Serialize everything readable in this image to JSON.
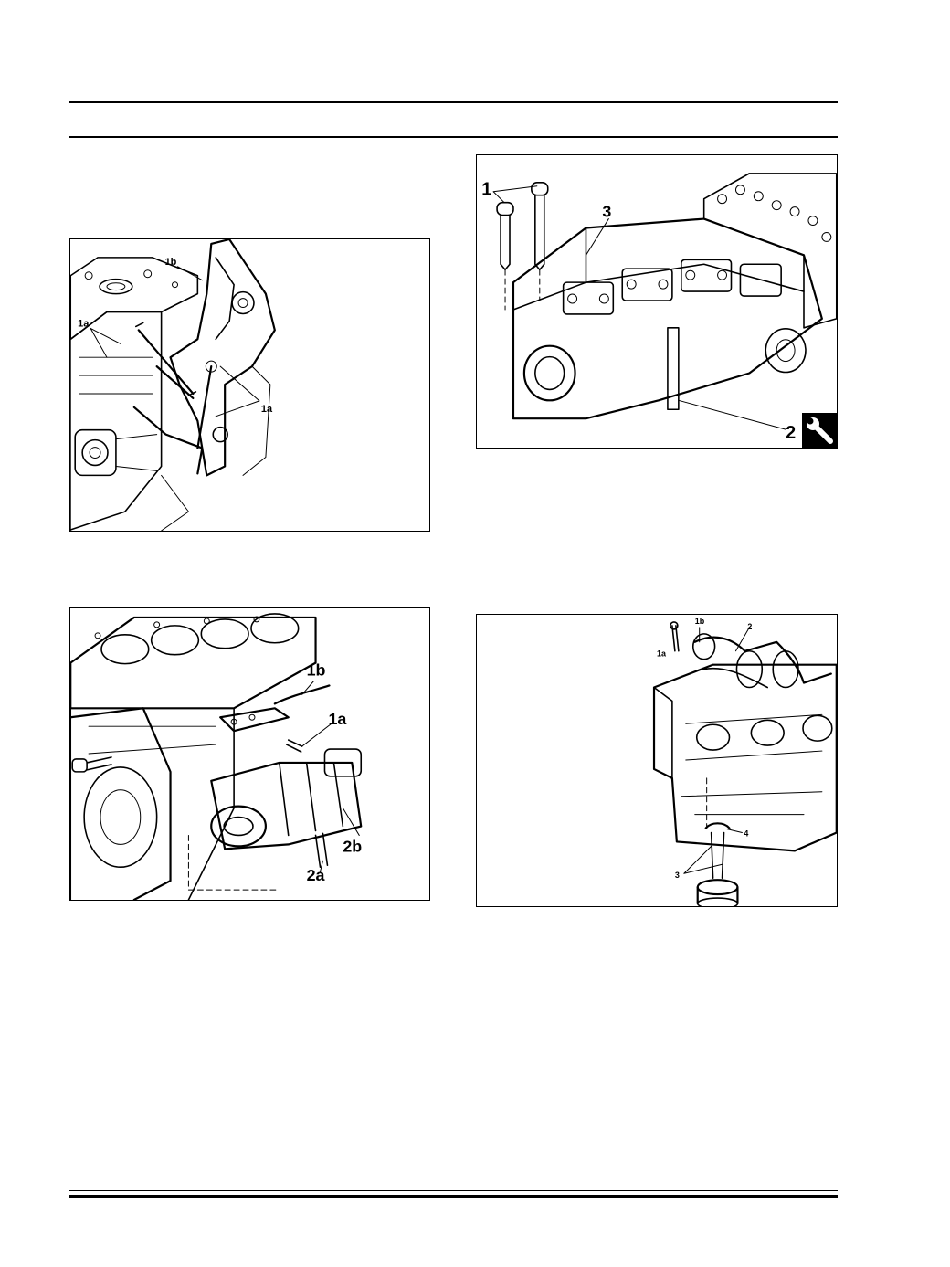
{
  "figures": [
    {
      "id": "fig-a",
      "labels": {
        "l1": "1b",
        "l2": "1a",
        "l3": "1a"
      }
    },
    {
      "id": "fig-b",
      "labels": {
        "l1": "1",
        "l2": "3",
        "l3": "2"
      },
      "icon": "wrench-icon"
    },
    {
      "id": "fig-c",
      "labels": {
        "l1": "1b",
        "l2": "1a",
        "l3": "2b",
        "l4": "2a"
      }
    },
    {
      "id": "fig-d",
      "labels": {
        "l1": "1b",
        "l2": "2",
        "l3": "1a",
        "l4": "4",
        "l5": "3"
      }
    }
  ]
}
